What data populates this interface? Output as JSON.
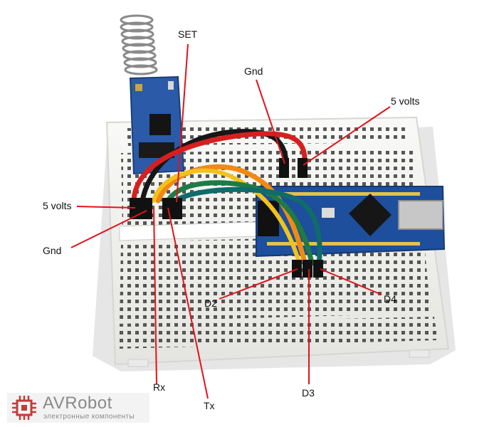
{
  "labels": {
    "set": "SET",
    "gnd_top": "Gnd",
    "five_volts_top": "5 volts",
    "five_volts_left": "5 volts",
    "gnd_left": "Gnd",
    "d2": "D2",
    "d4": "D4",
    "rx": "Rx",
    "tx": "Tx",
    "d3": "D3"
  },
  "logo": {
    "title": "AVRobot",
    "subtitle": "электронные компоненты"
  },
  "colors": {
    "annotation_line": "#e0141c",
    "breadboard": "#f4f4f1",
    "arduino_board": "#1d4f9c",
    "module_board": "#2a5aa8",
    "wire_red": "#d81f1f",
    "wire_black": "#161616",
    "wire_orange": "#f08a12",
    "wire_yellow": "#f2c21c",
    "wire_green": "#1f7a45",
    "wire_teal": "#0f6c6a"
  }
}
